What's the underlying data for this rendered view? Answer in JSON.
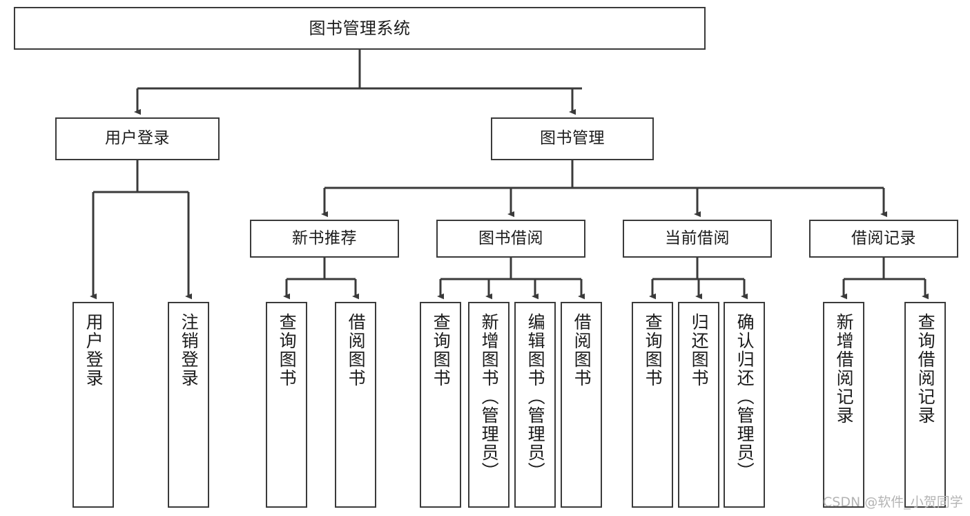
{
  "diagram": {
    "title": "图书管理系统",
    "type": "tree-hierarchy-chart",
    "watermark": "CSDN @软件_小贺同学",
    "edge_color": "#3a3a3a",
    "box_border_color": "#3a3a3a",
    "background_color": "#ffffff",
    "text_color": "#1b1b1b"
  },
  "nodes": {
    "root": {
      "label": "图书管理系统"
    },
    "level2": [
      {
        "label": "用户登录"
      },
      {
        "label": "图书管理"
      }
    ],
    "level3": [
      {
        "label": "新书推荐"
      },
      {
        "label": "图书借阅"
      },
      {
        "label": "当前借阅"
      },
      {
        "label": "借阅记录"
      }
    ],
    "leaves": {
      "user_login": [
        {
          "label": "用户登录"
        },
        {
          "label": "注销登录"
        }
      ],
      "new_book_recommend": [
        {
          "label": "查询图书"
        },
        {
          "label": "借阅图书"
        }
      ],
      "book_borrow": [
        {
          "label": "查询图书"
        },
        {
          "label": "新增图书（管理员）"
        },
        {
          "label": "编辑图书（管理员）"
        },
        {
          "label": "借阅图书"
        }
      ],
      "current_borrow": [
        {
          "label": "查询图书"
        },
        {
          "label": "归还图书"
        },
        {
          "label": "确认归还（管理员）"
        }
      ],
      "borrow_record": [
        {
          "label": "新增借阅记录"
        },
        {
          "label": "查询借阅记录"
        }
      ]
    }
  }
}
